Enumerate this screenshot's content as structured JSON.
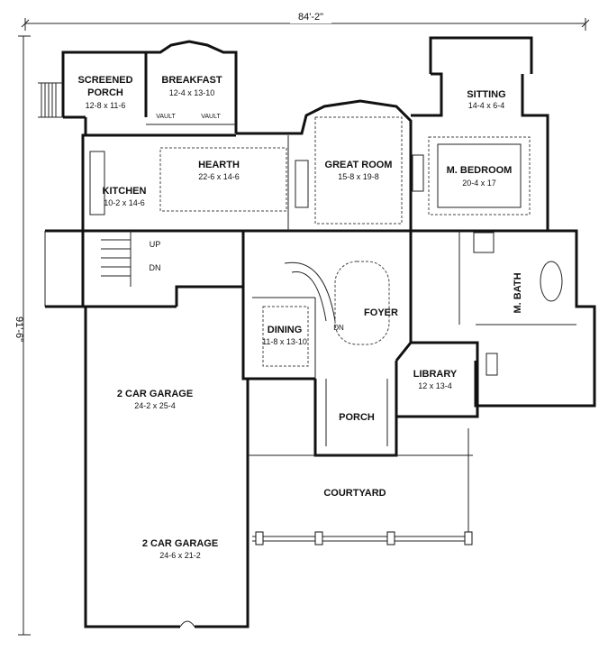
{
  "overall": {
    "width": "84'-2\"",
    "depth": "91'-6\""
  },
  "rooms": [
    {
      "id": "screened-porch",
      "name": "SCREENED",
      "name2": "PORCH",
      "size": "12-8 x 11-6"
    },
    {
      "id": "breakfast",
      "name": "BREAKFAST",
      "size": "12-4 x 13-10"
    },
    {
      "id": "sitting",
      "name": "SITTING",
      "size": "14-4 x 6-4"
    },
    {
      "id": "hearth",
      "name": "HEARTH",
      "size": "22-6 x 14-6"
    },
    {
      "id": "great-room",
      "name": "GREAT ROOM",
      "size": "15-8 x 19-8"
    },
    {
      "id": "master-bedroom",
      "name": "M. BEDROOM",
      "size": "20-4 x 17"
    },
    {
      "id": "kitchen",
      "name": "KITCHEN",
      "size": "10-2 x 14-6"
    },
    {
      "id": "dining",
      "name": "DINING",
      "size": "11-8 x 13-10"
    },
    {
      "id": "foyer",
      "name": "FOYER",
      "size": ""
    },
    {
      "id": "master-bath",
      "name": "M. BATH",
      "size": ""
    },
    {
      "id": "library",
      "name": "LIBRARY",
      "size": "12 x 13-4"
    },
    {
      "id": "garage-upper",
      "name": "2 CAR GARAGE",
      "size": "24-2 x 25-4"
    },
    {
      "id": "porch",
      "name": "PORCH",
      "size": ""
    },
    {
      "id": "courtyard",
      "name": "COURTYARD",
      "size": ""
    },
    {
      "id": "garage-lower",
      "name": "2 CAR GARAGE",
      "size": "24-6 x 21-2"
    }
  ],
  "notes": {
    "vault1": "VAULT",
    "vault2": "VAULT",
    "stair_up": "UP",
    "stair_dn": "DN",
    "stair_dn2": "DN"
  }
}
